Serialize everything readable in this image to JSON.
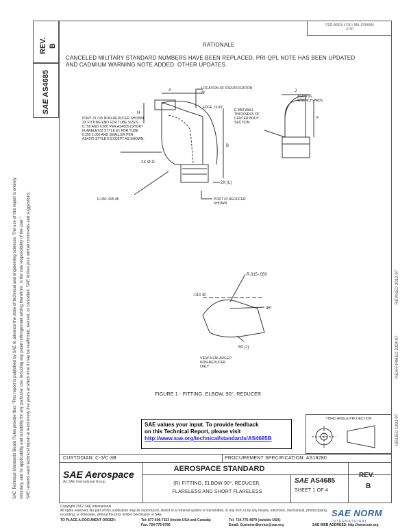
{
  "side_rev": {
    "label": "REV.",
    "value": "B"
  },
  "side_doc": {
    "logo": "SAE",
    "number": "AS4685"
  },
  "left_notice": [
    "SAE Technical Standards Board Rules provide that: \"This report is published by SAE to advance the state of technical and engineering sciences. The use of this report is entirely",
    "voluntary, and its applicability and suitability for any particular use, including any patent infringement arising therefrom, is the sole responsibility of the user.\"",
    "SAE reviews each technical report at least every five years at which time it may be reaffirmed, revised, or cancelled. SAE invites your written comments and suggestions."
  ],
  "right_history": {
    "issued": "ISSUED 1992-07",
    "reaffirmed": "REAFFIRMED 2004-07",
    "revised": "REVISED 2012-07"
  },
  "top_box": {
    "line1": "FED-AREA 4730 / MIL-DRAWN",
    "line2": "4730"
  },
  "rationale": {
    "heading": "RATIONALE",
    "text": "CANCELED MILITARY STANDARD NUMBERS HAVE BEEN REPLACED. PRI-QPL NOTE HAS BEEN UPDATED AND CADMIUM WARNING NOTE ADDED. OTHER UPDATES."
  },
  "drawing_labels": {
    "location_id": "LOCATION OF IDENTIFICATION /5/",
    "edge": "EDGE .0/.03\"",
    "port1": "PORT #1 /10/ NON-REDUCER SHOWN. 2X FITTING END FOR TUBE SIZES 0.750 AND 0.500 PER AS4659 (SHORT FLARELESS) STYLE E1 FOR TUBE 0.250 1.000 AND SMALLER PER AS4375 STYLE E EXCEPT AS SHOWN.",
    "dim_2x_d": "2X Ø D",
    "radius_left": "R.030-.095 /8/",
    "port2": "PORT #2 REDUCER SHOWN",
    "dim_2x_l": "2X (L)",
    "dim_a": "A",
    "dim_h": "H",
    "dim_b": "B",
    "dim_f": "F",
    "dim_j": "J",
    "across_pads": "ACROSS WRENCH PADS",
    "min_wall": "E MIN WALL THICKNESS OF CENTER BODY SECTION",
    "radius_top": "R.015-.050",
    "angle_45": "45°",
    "dim_k": ".010 Ø",
    "dim_50": "50 (J)",
    "view_a": "VIEW A ENLARGED NON-REDUCER ONLY",
    "figure_caption": "FIGURE 1 - FITTING, ELBOW, 90°, REDUCER"
  },
  "feedback": {
    "line1": "SAE values your input. To provide feedback",
    "line2": "on this Technical Report, please visit",
    "link": "http://www.sae.org/technical/standards/AS4685B"
  },
  "third_angle": "THIRD ANGLE PROJECTION",
  "title_block": {
    "custodian": "CUSTODIAN: C-3/C-3B",
    "procurement": "PROCUREMENT SPECIFICATION: AS18280",
    "brand": "SAE Aerospace",
    "brand_sub": "An SAE International Group",
    "standard": "AEROSPACE STANDARD",
    "logo": "SAE",
    "doc": "AS4685",
    "title1": "(R) FITTING, ELBOW 90°, REDUCER,",
    "title2": "FLARELESS AND SHORT FLARELESS",
    "sheet": "SHEET 1 OF 4",
    "rev_label": "REV.",
    "rev_value": "B"
  },
  "footer": {
    "copyright": "Copyright 2012 SAE International",
    "rights": "All rights reserved. No part of this publication may be reproduced, stored in a retrieval system or transmitted, in any form or by any means, electronic, mechanical, photocopying,",
    "rights2": "recording, or otherwise, without the prior written permission of SAE.",
    "order_label": "TO PLACE A DOCUMENT ORDER:",
    "tel": "Tel: 877-606-7323 (inside USA and Canada)",
    "tel2": "Tel: 724-776-4970 (outside USA)",
    "fax": "Fax: 724-776-0790",
    "email": "Email: CustomerService@sae.org",
    "web": "SAE WEB ADDRESS: http://www.sae.org"
  },
  "watermark": {
    "text": "SAE NORM",
    "sub": "INTERNATIONAL"
  }
}
